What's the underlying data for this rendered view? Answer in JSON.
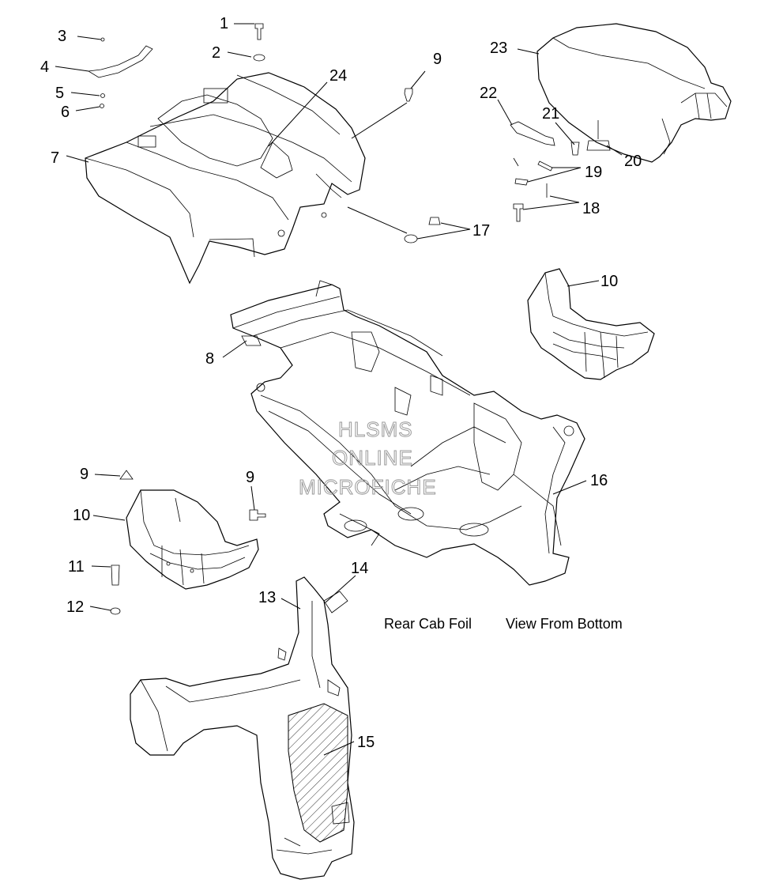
{
  "callouts": [
    {
      "id": "c1",
      "label": "1"
    },
    {
      "id": "c2",
      "label": "2"
    },
    {
      "id": "c3",
      "label": "3"
    },
    {
      "id": "c4",
      "label": "4"
    },
    {
      "id": "c5",
      "label": "5"
    },
    {
      "id": "c6",
      "label": "6"
    },
    {
      "id": "c7",
      "label": "7"
    },
    {
      "id": "c8",
      "label": "8"
    },
    {
      "id": "c9a",
      "label": "9"
    },
    {
      "id": "c9b",
      "label": "9"
    },
    {
      "id": "c9c",
      "label": "9"
    },
    {
      "id": "c10a",
      "label": "10"
    },
    {
      "id": "c10b",
      "label": "10"
    },
    {
      "id": "c11",
      "label": "11"
    },
    {
      "id": "c12",
      "label": "12"
    },
    {
      "id": "c13",
      "label": "13"
    },
    {
      "id": "c14",
      "label": "14"
    },
    {
      "id": "c15",
      "label": "15"
    },
    {
      "id": "c16",
      "label": "16"
    },
    {
      "id": "c17",
      "label": "17"
    },
    {
      "id": "c18",
      "label": "18"
    },
    {
      "id": "c19",
      "label": "19"
    },
    {
      "id": "c20",
      "label": "20"
    },
    {
      "id": "c21",
      "label": "21"
    },
    {
      "id": "c22",
      "label": "22"
    },
    {
      "id": "c23",
      "label": "23"
    },
    {
      "id": "c24",
      "label": "24"
    }
  ],
  "captions": {
    "rear_cab_foil": "Rear Cab Foil",
    "view_from_bottom": "View From Bottom"
  },
  "watermark": {
    "line1": "HLSMS",
    "line2": "ONLINE",
    "line3": "MICROFICHE"
  },
  "colors": {
    "ink": "#000000",
    "background": "#ffffff",
    "watermark": "#9a9a9a"
  }
}
